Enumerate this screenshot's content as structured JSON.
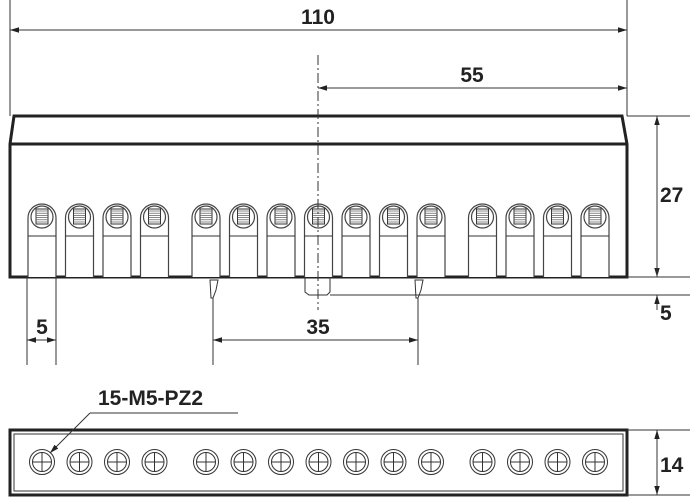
{
  "dimensions": {
    "overall_width": "110",
    "half_width": "55",
    "height": "27",
    "clip_offset": "5",
    "terminal_pitch": "5",
    "rail_clip_spacing": "35",
    "depth": "14"
  },
  "callout": {
    "label": "15-M5-PZ2"
  },
  "terminals": {
    "count": 15,
    "groups": [
      4,
      7,
      4
    ]
  }
}
